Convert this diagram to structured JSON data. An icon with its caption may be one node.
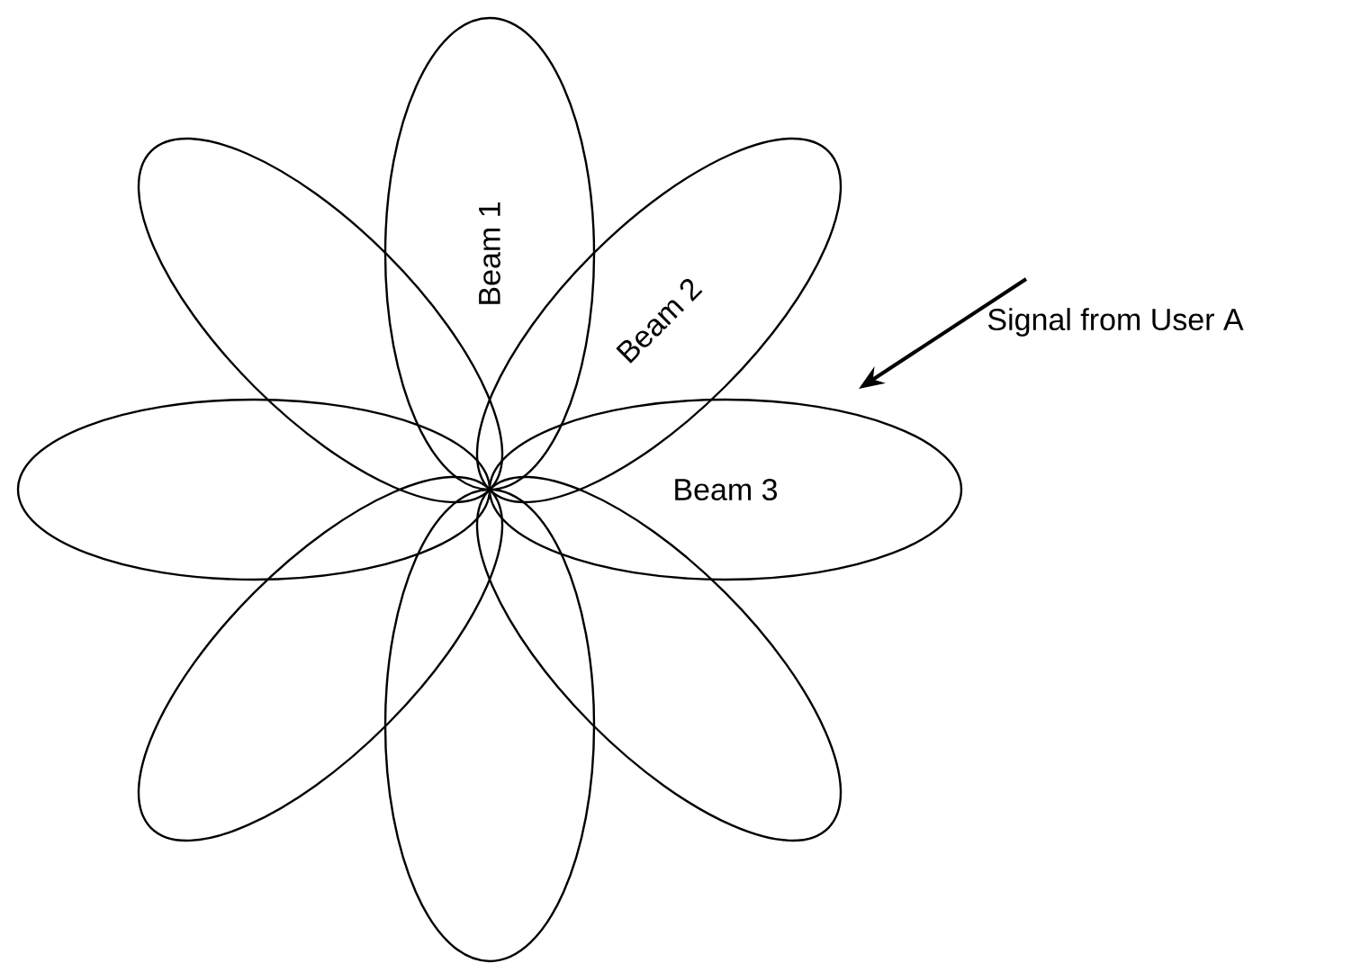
{
  "diagram": {
    "nodes": [
      {
        "text": [
          "Beam 1"
        ]
      },
      {
        "text": [
          "Beam 2"
        ]
      },
      {
        "text": [
          "Beam 3"
        ]
      },
      {
        "text": [],
        "shape": "ellipse"
      },
      {
        "text": [],
        "shape": "ellipse"
      },
      {
        "text": [],
        "shape": "ellipse"
      },
      {
        "text": [],
        "shape": "ellipse"
      },
      {
        "text": [],
        "shape": "ellipse"
      }
    ],
    "edges": [],
    "labels": [
      "Signal from User A"
    ]
  }
}
